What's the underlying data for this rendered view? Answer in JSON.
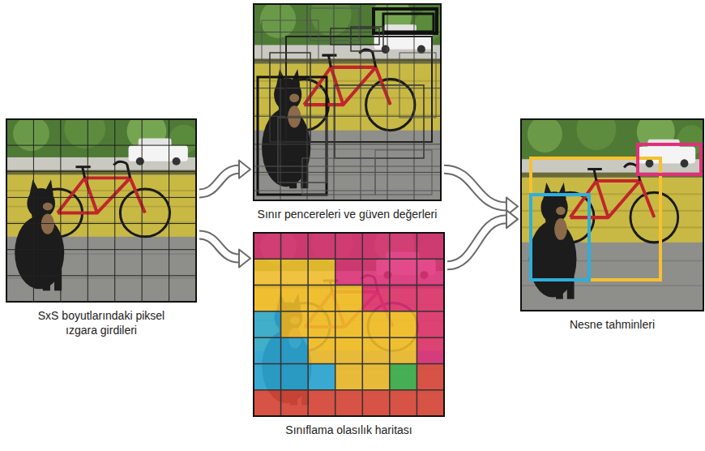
{
  "diagram": {
    "nodes": [
      {
        "text": [
          "SxS boyutlarındaki piksel ızgara girdileri"
        ]
      },
      {
        "text": [
          "Sınır pencereleri ve güven değerleri"
        ]
      },
      {
        "text": [
          "Sınıflama olasılık haritası"
        ]
      },
      {
        "text": [
          "Nesne tahminleri"
        ]
      }
    ],
    "edges": [
      {
        "from": 0,
        "to": 1,
        "arrow": "to"
      },
      {
        "from": 0,
        "to": 2,
        "arrow": "to"
      },
      {
        "from": 1,
        "to": 3,
        "arrow": "to"
      },
      {
        "from": 2,
        "to": 3,
        "arrow": "to"
      }
    ]
  }
}
